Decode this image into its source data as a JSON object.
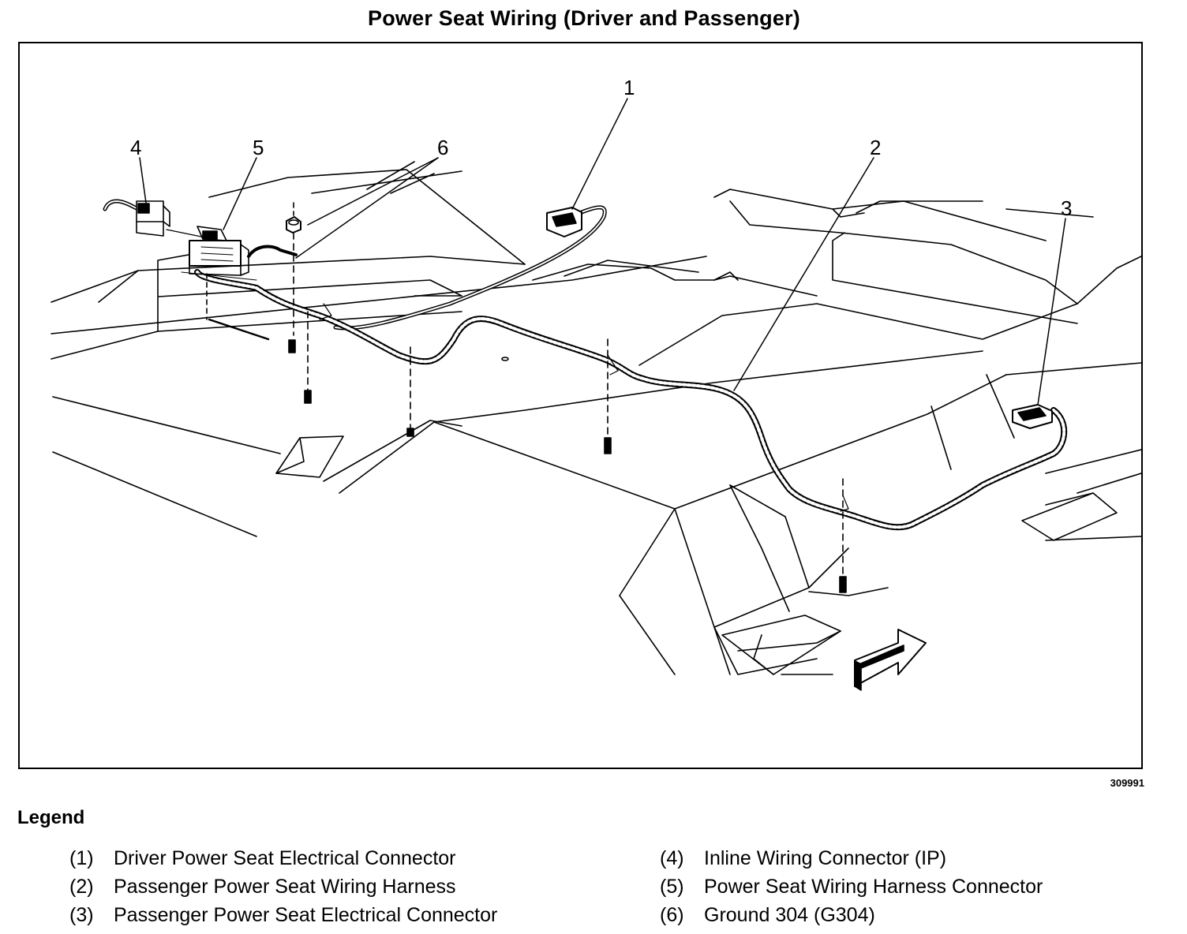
{
  "title": "Power Seat Wiring (Driver and Passenger)",
  "figure_id": "309991",
  "callouts": [
    "1",
    "2",
    "3",
    "4",
    "5",
    "6"
  ],
  "legend": {
    "heading": "Legend",
    "items": [
      {
        "num": "(1)",
        "text": "Driver Power Seat Electrical Connector"
      },
      {
        "num": "(2)",
        "text": "Passenger Power Seat Wiring Harness"
      },
      {
        "num": "(3)",
        "text": "Passenger Power Seat Electrical Connector"
      },
      {
        "num": "(4)",
        "text": "Inline Wiring Connector (IP)"
      },
      {
        "num": "(5)",
        "text": "Power Seat Wiring Harness Connector"
      },
      {
        "num": "(6)",
        "text": "Ground 304 (G304)"
      }
    ]
  }
}
